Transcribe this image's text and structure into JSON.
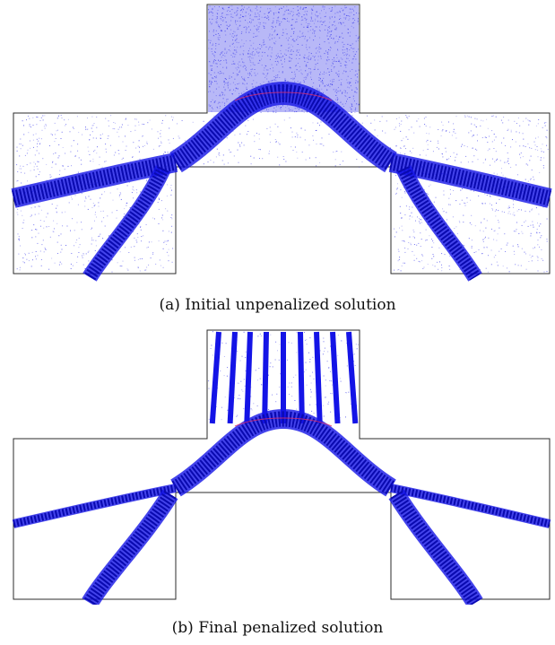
{
  "figures": [
    {
      "label": "(a)",
      "caption": "Initial unpenalized solution",
      "variant": "unpenalized"
    },
    {
      "label": "(b)",
      "caption": "Final penalized solution",
      "variant": "penalized"
    }
  ],
  "colors": {
    "structure": "#1414e6",
    "outline": "#2b2b2b",
    "highlight": "#e0306a"
  }
}
